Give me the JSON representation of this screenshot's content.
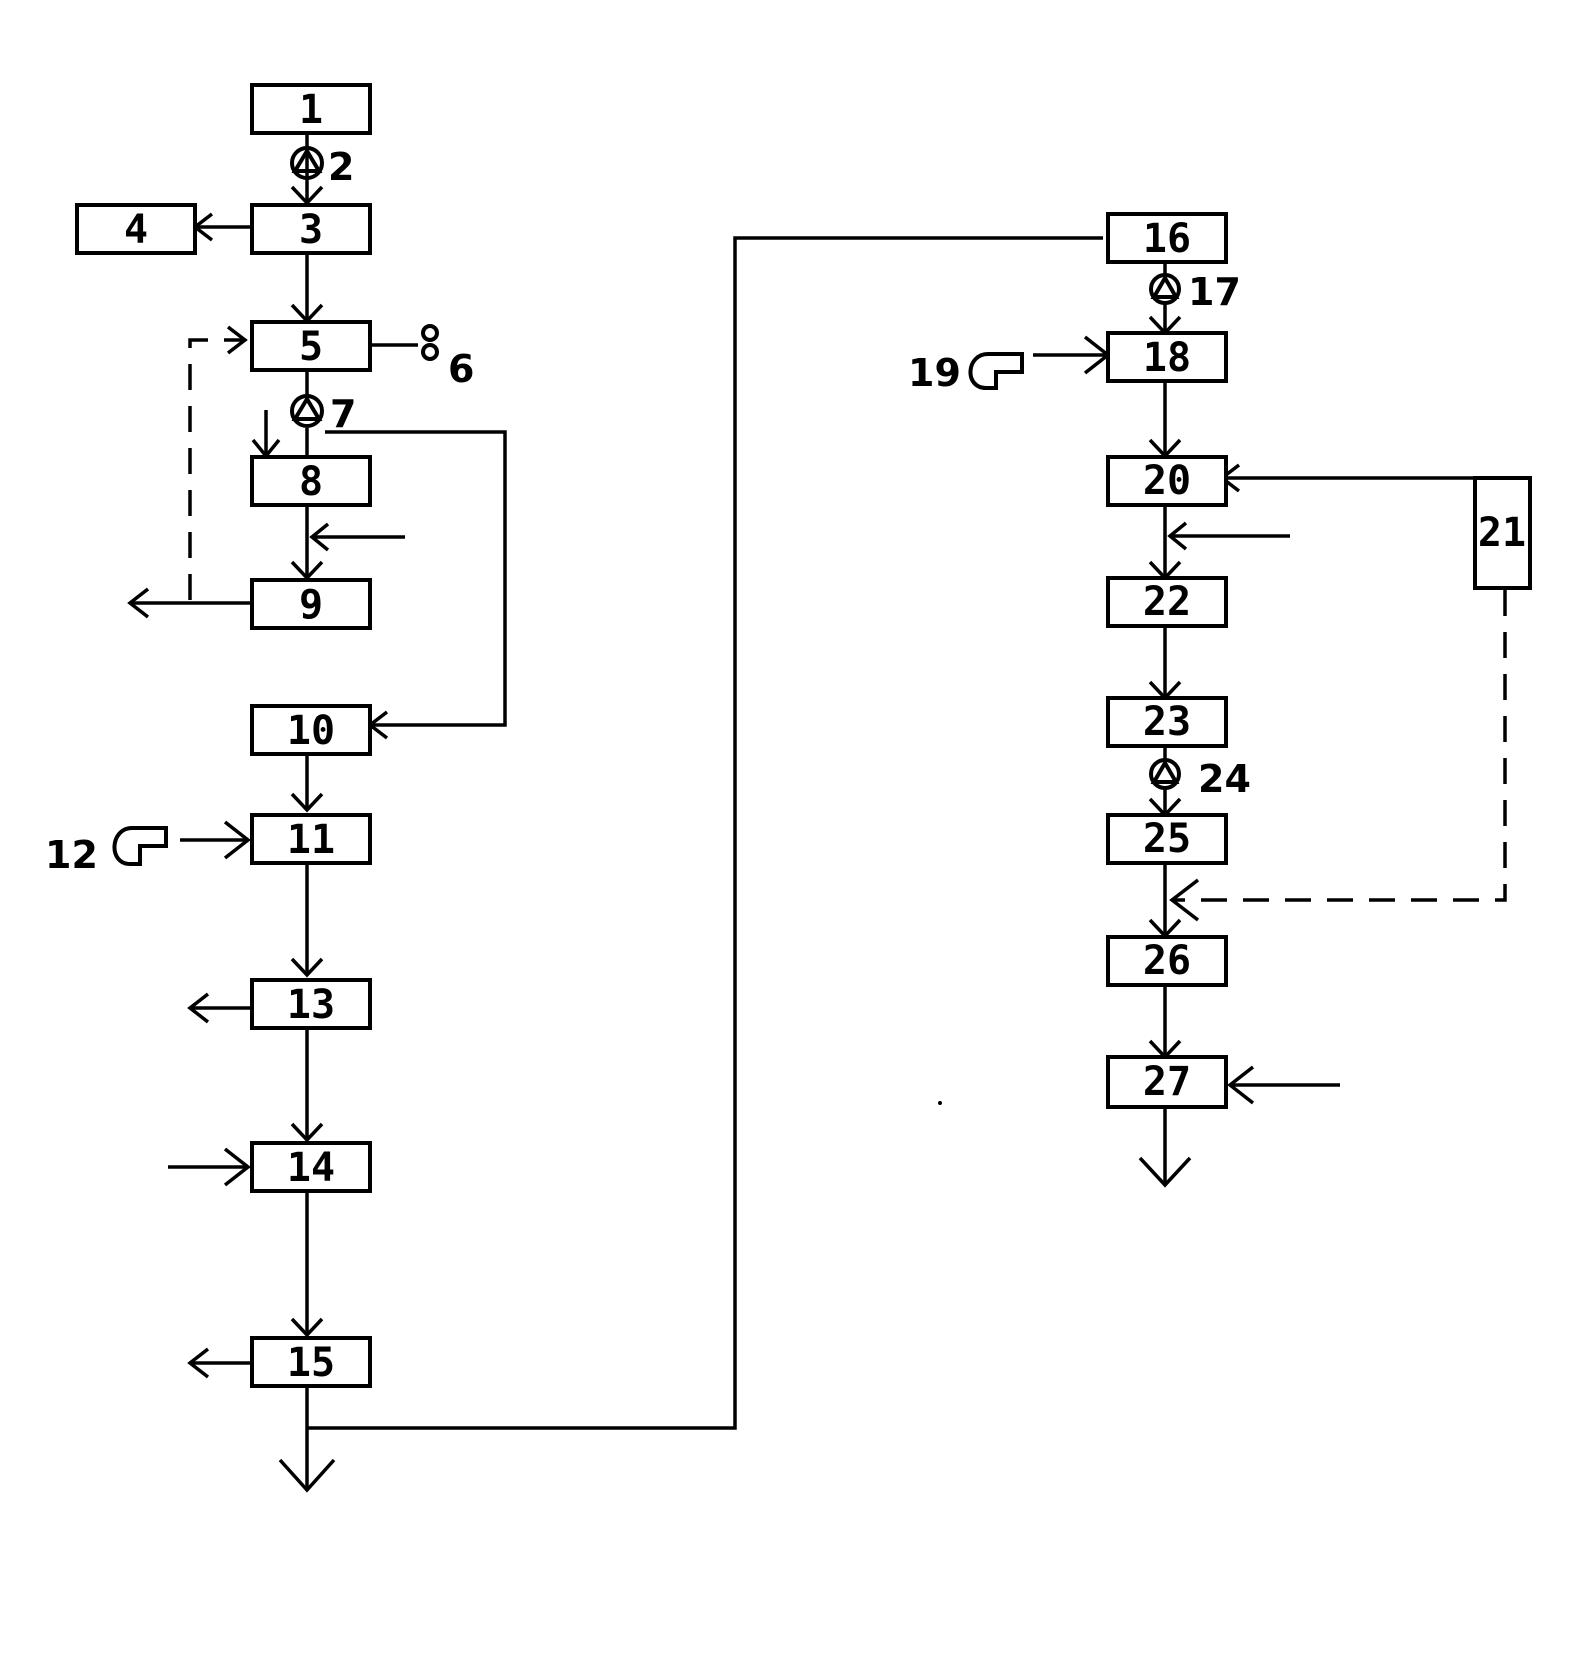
{
  "boxes": {
    "b1": "1",
    "b3": "3",
    "b4": "4",
    "b5": "5",
    "b8": "8",
    "b9": "9",
    "b10": "10",
    "b11": "11",
    "b13": "13",
    "b14": "14",
    "b15": "15",
    "b16": "16",
    "b18": "18",
    "b20": "20",
    "b21": "21",
    "b22": "22",
    "b23": "23",
    "b25": "25",
    "b26": "26",
    "b27": "27"
  },
  "callouts": {
    "c2": "2",
    "c6": "6",
    "c7": "7",
    "c12": "12",
    "c17": "17",
    "c19": "19",
    "c24": "24"
  }
}
